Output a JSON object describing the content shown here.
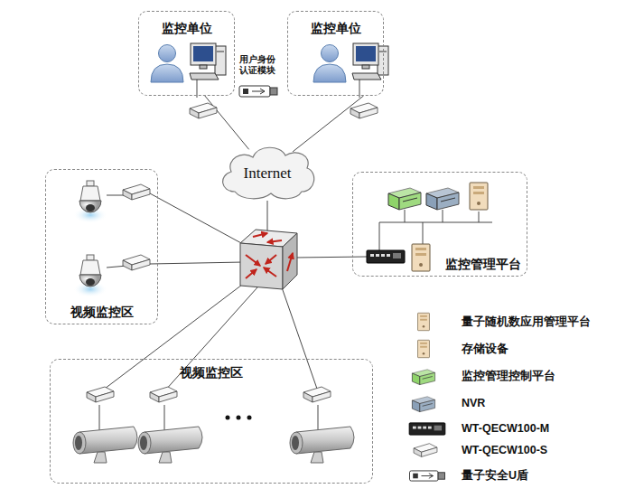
{
  "diagram": {
    "nodes": [
      {
        "text": [
          "监控单位"
        ]
      },
      {
        "text": [
          "监控单位"
        ]
      },
      {
        "text": [
          "Internet"
        ]
      },
      {
        "text": [
          "视频监控区"
        ]
      },
      {
        "text": [
          "监控管理平台"
        ]
      },
      {
        "text": [
          "视频监控区"
        ]
      }
    ],
    "edges": [
      {
        "from": 0,
        "to": 2,
        "arrow": "none"
      },
      {
        "from": 1,
        "to": 2,
        "arrow": "none"
      }
    ],
    "labels": [
      "用户身份认证模块"
    ],
    "legend": [
      {
        "text": "量子随机数应用管理平台"
      },
      {
        "text": "存储设备"
      },
      {
        "text": "监控管理控制平台"
      },
      {
        "text": "NVR"
      },
      {
        "text": "WT-QECW100-M"
      },
      {
        "text": "WT-QECW100-S"
      },
      {
        "text": "量子安全U盾"
      }
    ]
  }
}
